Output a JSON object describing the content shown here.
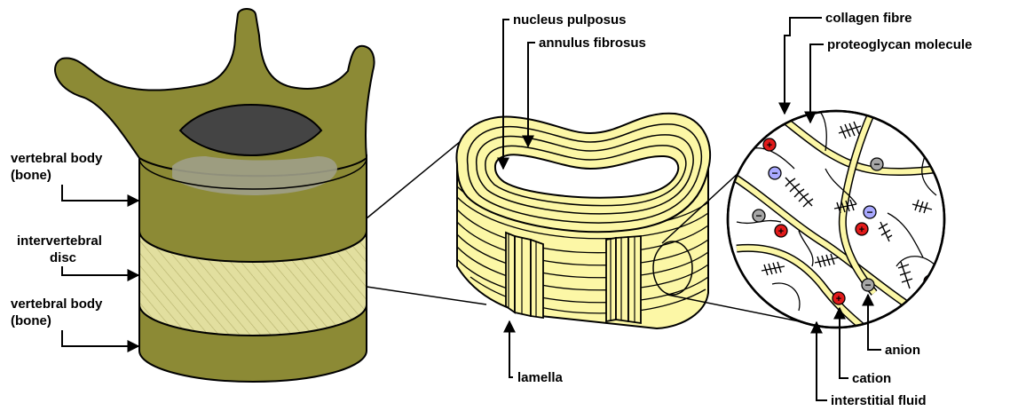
{
  "colors": {
    "bone": "#8c8a35",
    "bone_dark": "#6e6c22",
    "canal": "#444444",
    "endplate": "#9e9e88",
    "disc_fill": "#e2df9f",
    "lamella": "#fcf7a6",
    "ion_cation": "#e11a1a",
    "ion_anion": "#a9a9ff",
    "ion_neutral": "#a6a6a6"
  },
  "labels": {
    "vertebral_body_top_1": "vertebral body",
    "vertebral_body_top_2": "(bone)",
    "intervertebral_disc_1": "intervertebral",
    "intervertebral_disc_2": "disc",
    "vertebral_body_bottom_1": "vertebral body",
    "vertebral_body_bottom_2": "(bone)",
    "nucleus_pulposus": "nucleus pulposus",
    "annulus_fibrosus": "annulus fibrosus",
    "lamella": "lamella",
    "collagen_fibre": "collagen fibre",
    "proteoglycan_molecule": "proteoglycan molecule",
    "anion": "anion",
    "cation": "cation",
    "interstitial_fluid": "interstitial fluid"
  },
  "ions": {
    "cation_symbol": "+",
    "anion_symbol": "−"
  }
}
